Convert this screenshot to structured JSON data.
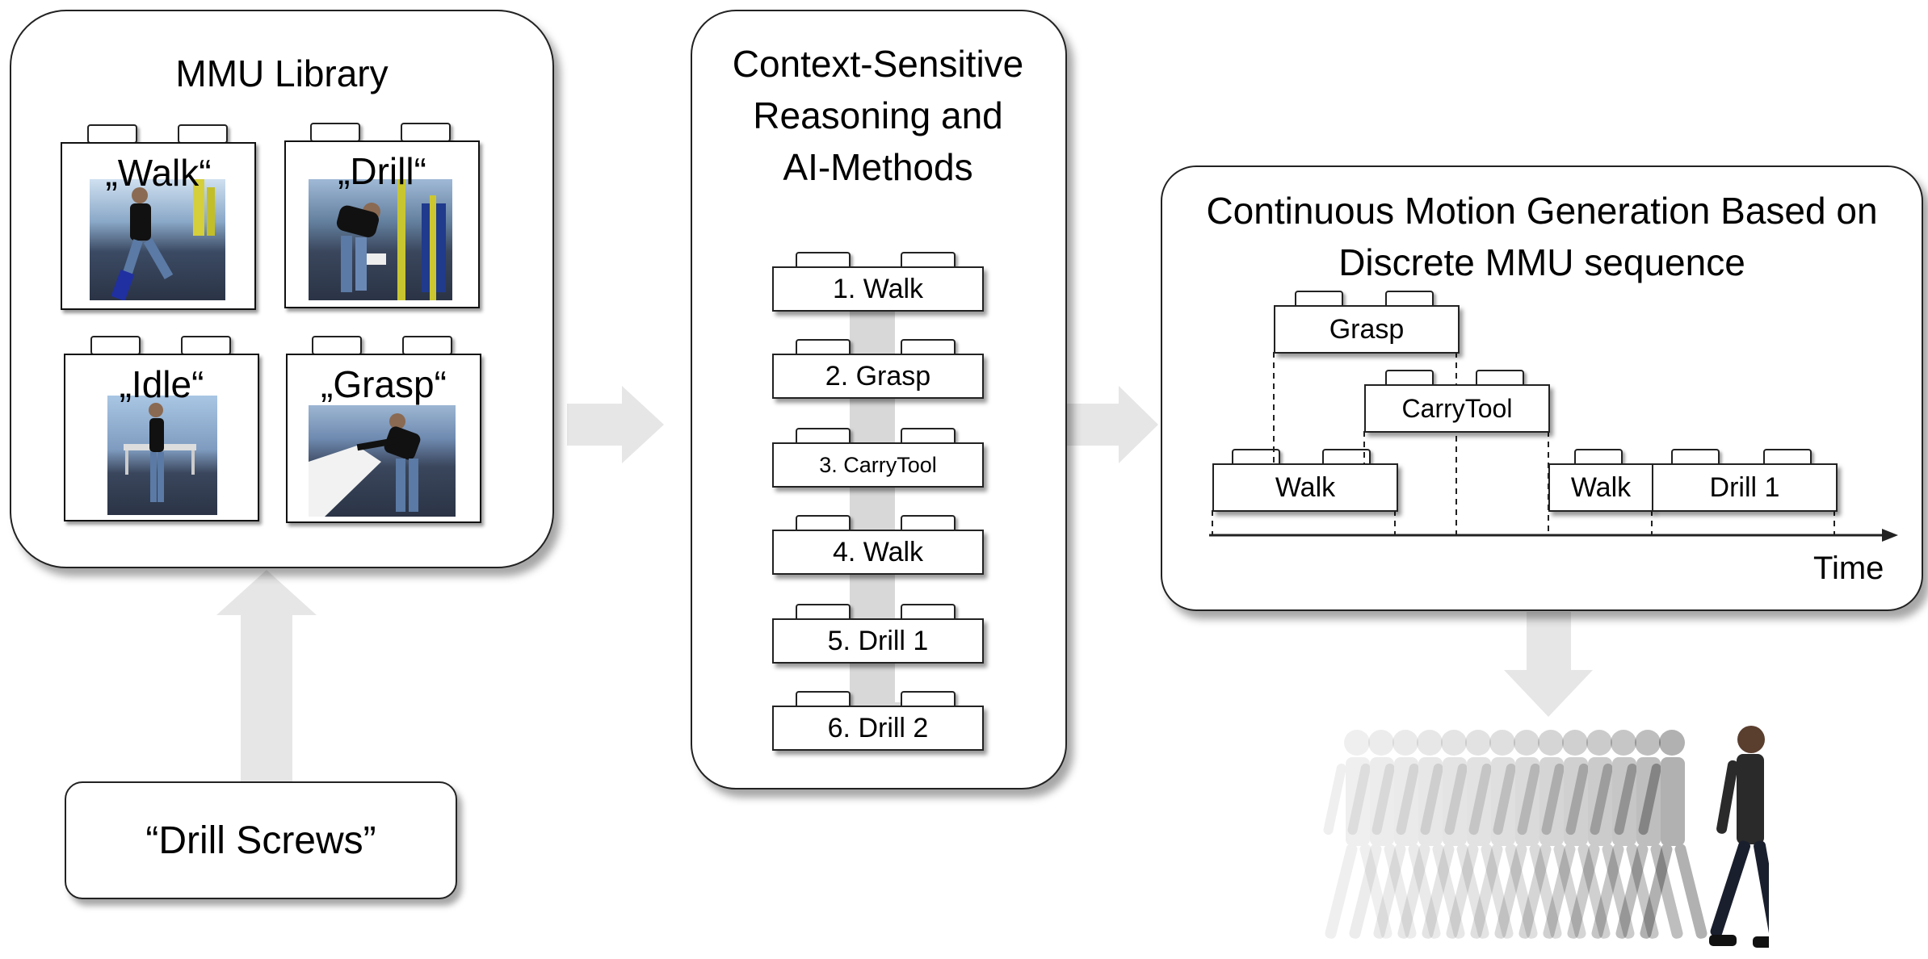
{
  "library": {
    "title": "MMU Library",
    "items": [
      {
        "label": "„Walk“"
      },
      {
        "label": "„Drill“"
      },
      {
        "label": "„Idle“"
      },
      {
        "label": "„Grasp“"
      }
    ]
  },
  "input": {
    "label": "“Drill Screws”"
  },
  "reasoning": {
    "title_line1": "Context-Sensitive",
    "title_line2": "Reasoning and",
    "title_line3": "AI-Methods",
    "steps": [
      "1. Walk",
      "2. Grasp",
      "3. CarryTool",
      "4. Walk",
      "5. Drill 1",
      "6. Drill 2"
    ]
  },
  "generation": {
    "title_line1": "Continuous Motion Generation Based on",
    "title_line2": "Discrete MMU sequence",
    "blocks": {
      "grasp": "Grasp",
      "carry": "CarryTool",
      "walk1": "Walk",
      "walk2": "Walk",
      "drill": "Drill 1"
    },
    "axis_label": "Time"
  },
  "colors": {
    "arrow": "#e6e6e6",
    "border": "#222222",
    "scene_sky": "#b9d3ee",
    "scene_floor": "#2f3a4f"
  }
}
